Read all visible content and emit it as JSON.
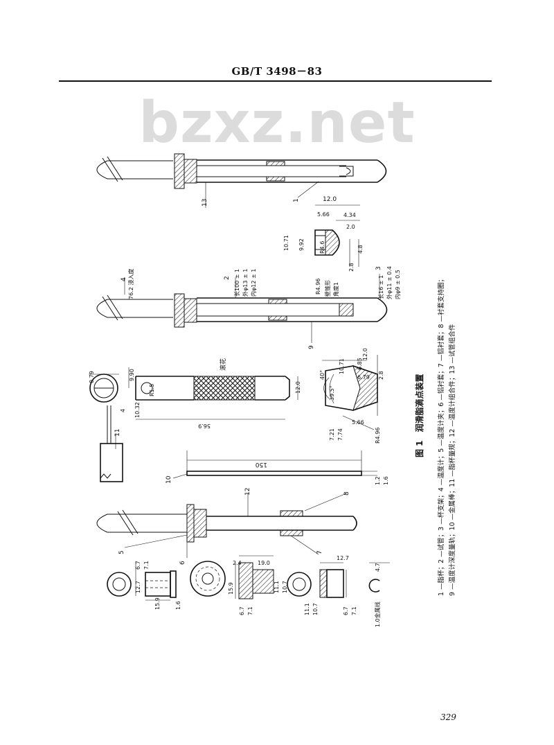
{
  "header": {
    "standard": "GB/T 3498－83"
  },
  "watermark": "bzxz.net",
  "figure": {
    "title": "图 1　润滑脂滴点装置",
    "legend_line1": "1 —脂杯；2 —试管；3 —杯支架；4 —温度计；5 —温度计夹；6 —铝衬套；7 —铝衬套；8 —衬套支持圈；",
    "legend_line2": "9 —温度计深度量轨；10 —金属棒；11 —脂杯量规；12 —温度计组合件；13 —试管组合件",
    "part_numbers": [
      "1",
      "2",
      "3",
      "4",
      "5",
      "6",
      "7",
      "8",
      "9",
      "10",
      "11",
      "12",
      "13"
    ],
    "dims": {
      "d12_0a": "12.0",
      "d5_66": "5.66",
      "d4_34": "4.34",
      "d2_0": "2.0",
      "d10_71": "10.71",
      "d9_92": "9.92",
      "dR4_6": "R4.6",
      "d2_8": "2.8",
      "d4_8": "4.8",
      "dR4_96": "R4.96",
      "wall_note": "壁锥形",
      "angle_note": "角度1",
      "d76_2": "76.2 浸入度",
      "tube_spec1": "长100 ± 1",
      "tube_spec2": "外φ13 ± 1",
      "tube_spec3": "内φ12 ± 1",
      "cup_spec1": "长16 ± 1",
      "cup_spec2": "外φ11 ± 0.4",
      "cup_spec3": "内φ9 ± 0.5",
      "d0_79": "0.79",
      "d9_90": "9.90",
      "dR1_5": "R1.5",
      "d10_32": "10.32",
      "d4": "4",
      "knurl": "滚花",
      "d12_0b": "12.0",
      "d56_9": "56.9",
      "d12_0c": "12.0",
      "d10_71b": "10.71",
      "d6_85": "6.85",
      "d6_79": "6.79",
      "d2_8b": "2.8",
      "d40deg": "40°",
      "d39_5": "39.5°",
      "d7_21": "7.21",
      "d7_74": "7.74",
      "d5_66b": "5.66",
      "dR4_96b": "R4.96",
      "d150": "150",
      "d1_2": "1.2",
      "d1_6": "1.6",
      "d6_7a": "6.7",
      "d7_1a": "7.1",
      "d12_7a": "12.7",
      "d15_9a": "15.9",
      "d1_6b": "1.6",
      "d2_4": "2.4",
      "d19_0": "19.0",
      "d15_9b": "15.9",
      "d11_1a": "11.1",
      "d10_7a": "10.7",
      "d6_7b": "6.7",
      "d7_1b": "7.1",
      "d12_7b": "12.7",
      "d11_1b": "11.1",
      "d10_7b": "10.7",
      "d6_7c": "6.7",
      "d7_1c": "7.1",
      "d4_7": "4.7",
      "wire": "1.0金属线"
    }
  },
  "page": {
    "number": "329"
  }
}
